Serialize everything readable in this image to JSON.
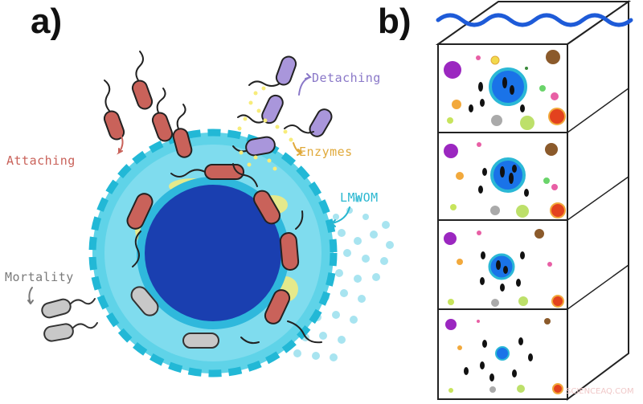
{
  "panels": {
    "a": "a)",
    "b": "b)"
  },
  "labels": {
    "detaching": "Detaching",
    "attaching": "Attaching",
    "enzymes": "Enzymes",
    "lmwom": "LMWOM",
    "mortality": "Mortality"
  },
  "watermark": "SCIENCEAQ.COM",
  "colors": {
    "core": "#1a3fb0",
    "halo": "#35c6e0",
    "halo_light": "#7fdcee",
    "attached_bacteria": "#c9625a",
    "detached_bacteria": "#a996db",
    "dead_bacteria": "#c4c4c4",
    "enzymes": "#f7ec7a",
    "lmwom": "#a8e4f0",
    "water_surface": "#1e5bd8",
    "box_aggregate": "#1a73e8"
  }
}
